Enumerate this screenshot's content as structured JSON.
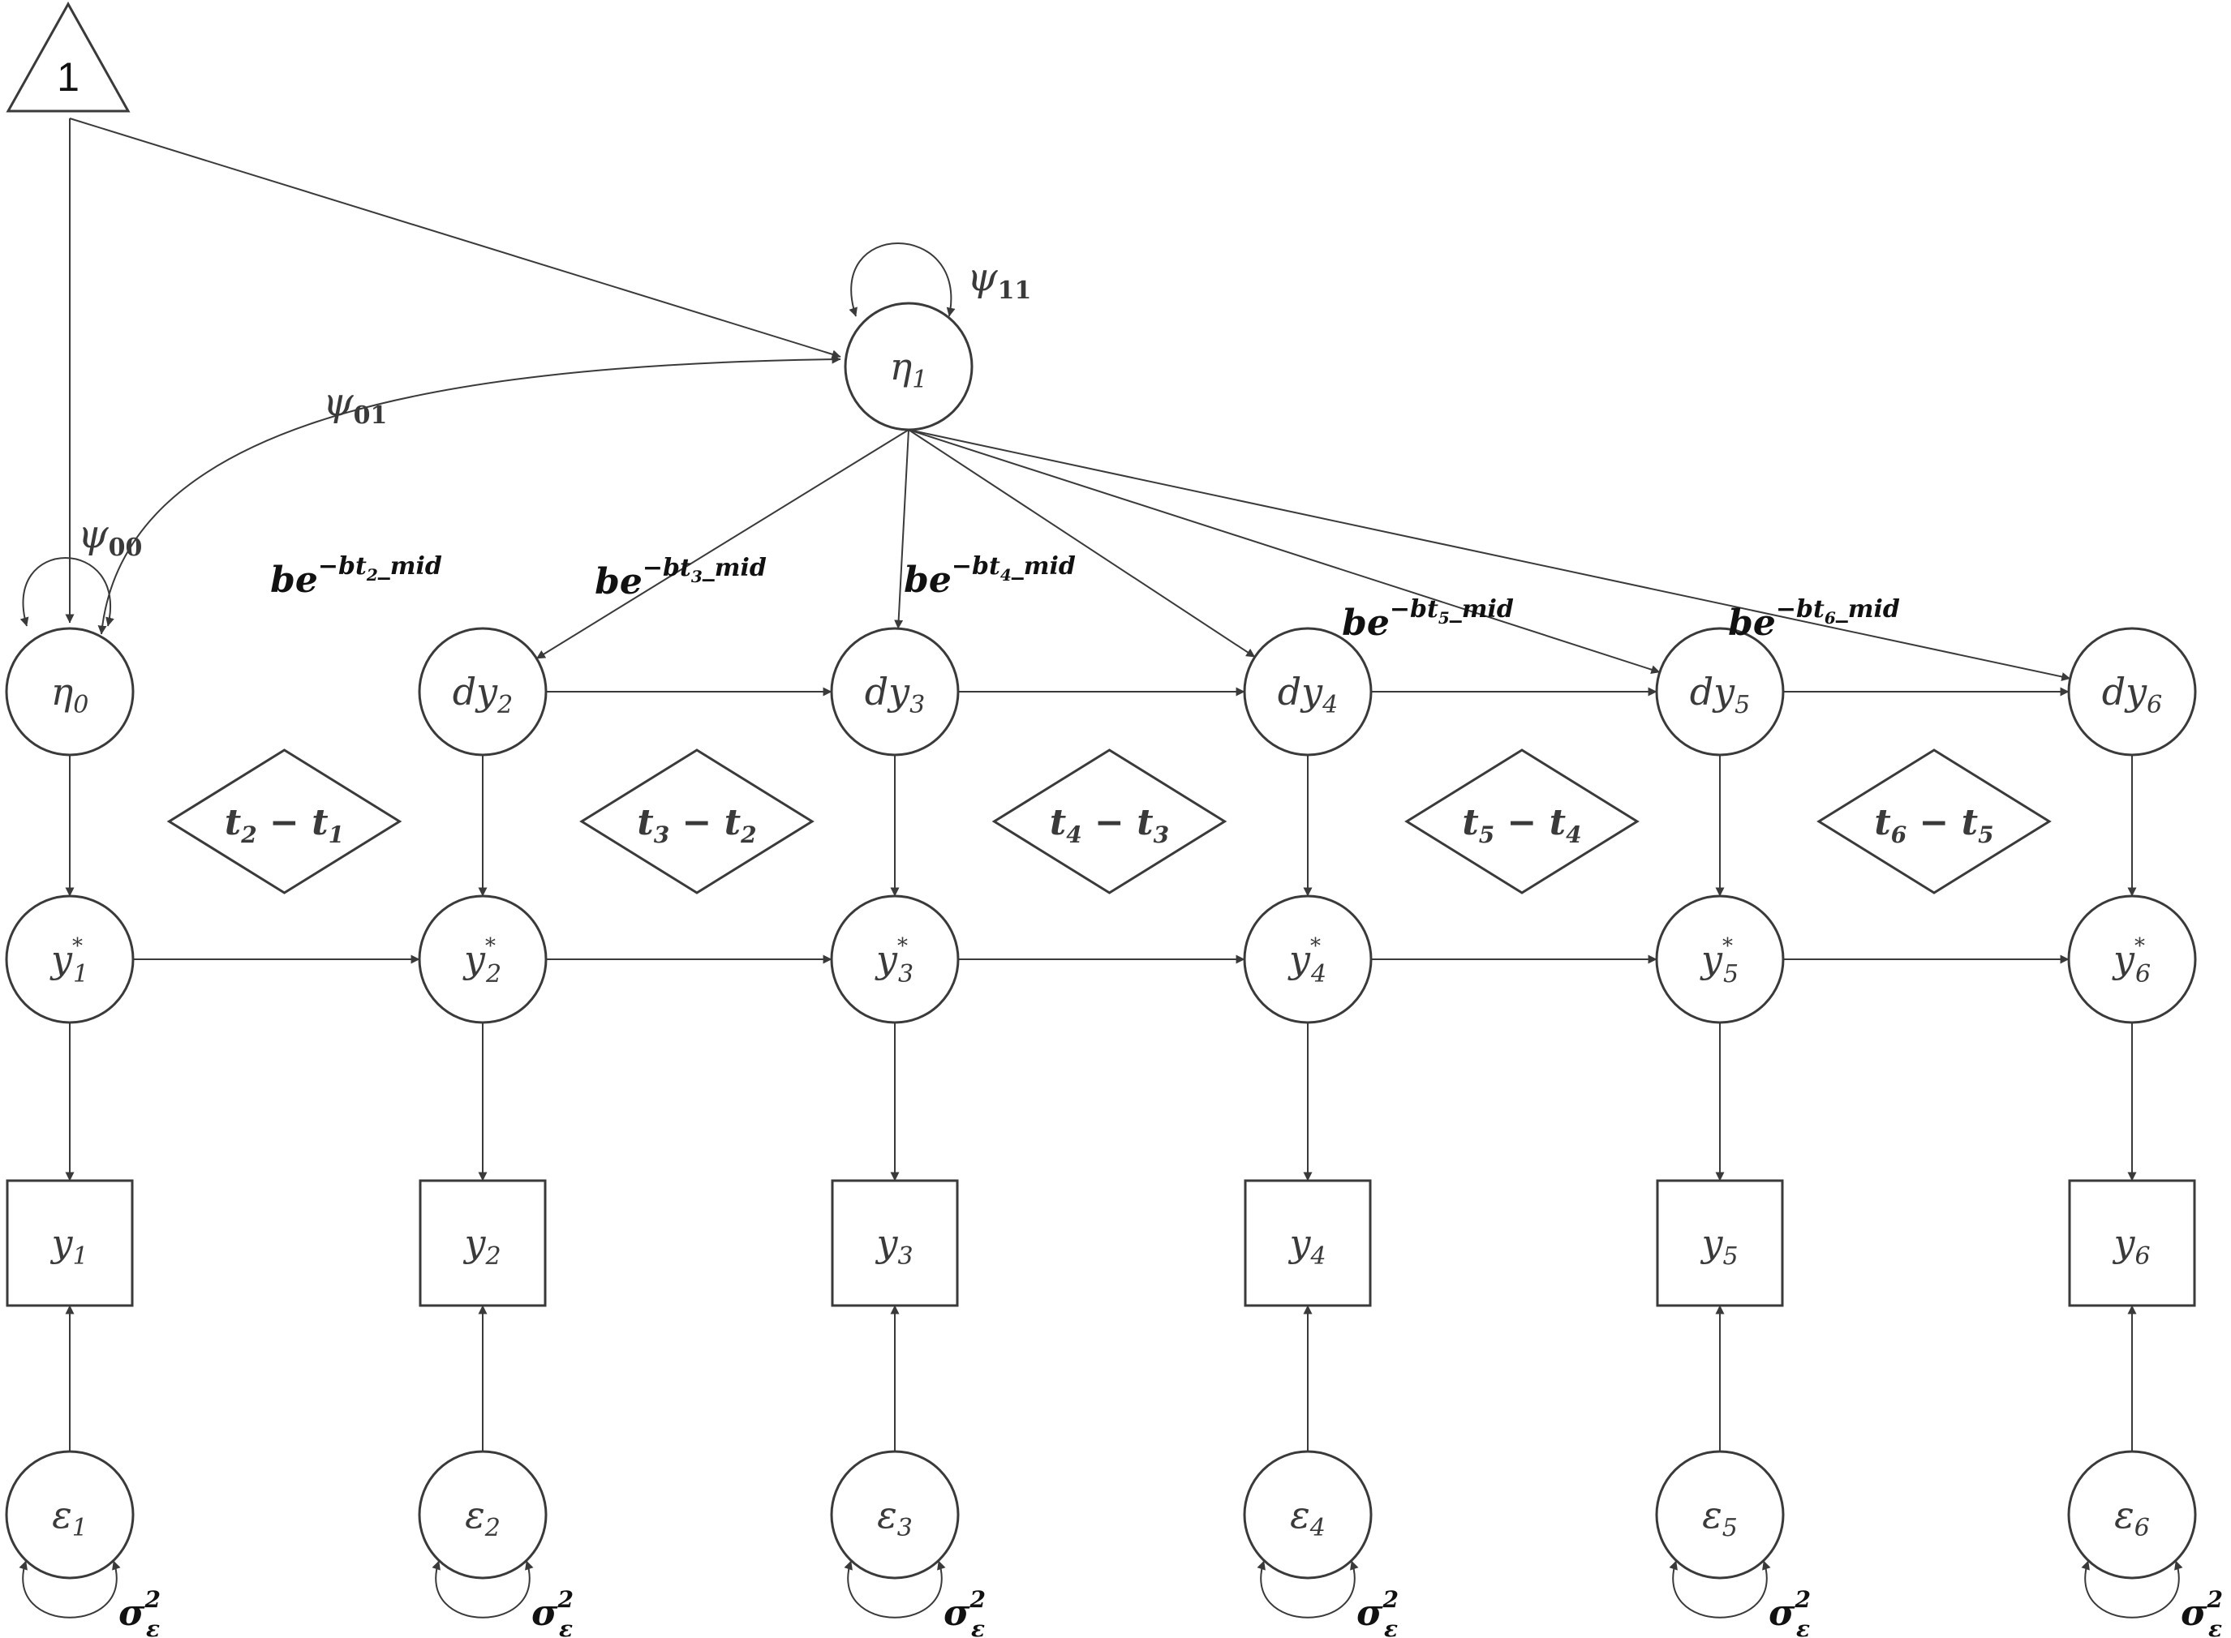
{
  "intercept": {
    "label": "1"
  },
  "latent": {
    "eta0": {
      "base": "η",
      "sub": "0"
    },
    "eta1": {
      "base": "η",
      "sub": "1"
    }
  },
  "psi": {
    "psi00": {
      "base": "ψ",
      "sub": "00"
    },
    "psi01": {
      "base": "ψ",
      "sub": "01"
    },
    "psi11": {
      "base": "ψ",
      "sub": "11"
    }
  },
  "loading": {
    "base": "be",
    "exp_prefix": "−bt",
    "exp_suffix": "_mid"
  },
  "sigma": {
    "base": "σ",
    "sub": "ε",
    "sup": "2"
  },
  "waves": [
    {
      "id": "1",
      "ystar": "y",
      "star": "*",
      "obs": "y",
      "eps": "ε"
    },
    {
      "id": "2",
      "dy": "dy",
      "ystar": "y",
      "star": "*",
      "obs": "y",
      "eps": "ε",
      "interval": {
        "a": "t",
        "a_sub": "2",
        "op": "−",
        "b": "t",
        "b_sub": "1"
      }
    },
    {
      "id": "3",
      "dy": "dy",
      "ystar": "y",
      "star": "*",
      "obs": "y",
      "eps": "ε",
      "interval": {
        "a": "t",
        "a_sub": "3",
        "op": "−",
        "b": "t",
        "b_sub": "2"
      }
    },
    {
      "id": "4",
      "dy": "dy",
      "ystar": "y",
      "star": "*",
      "obs": "y",
      "eps": "ε",
      "interval": {
        "a": "t",
        "a_sub": "4",
        "op": "−",
        "b": "t",
        "b_sub": "3"
      }
    },
    {
      "id": "5",
      "dy": "dy",
      "ystar": "y",
      "star": "*",
      "obs": "y",
      "eps": "ε",
      "interval": {
        "a": "t",
        "a_sub": "5",
        "op": "−",
        "b": "t",
        "b_sub": "4"
      }
    },
    {
      "id": "6",
      "dy": "dy",
      "ystar": "y",
      "star": "*",
      "obs": "y",
      "eps": "ε",
      "interval": {
        "a": "t",
        "a_sub": "6",
        "op": "−",
        "b": "t",
        "b_sub": "5"
      }
    }
  ]
}
